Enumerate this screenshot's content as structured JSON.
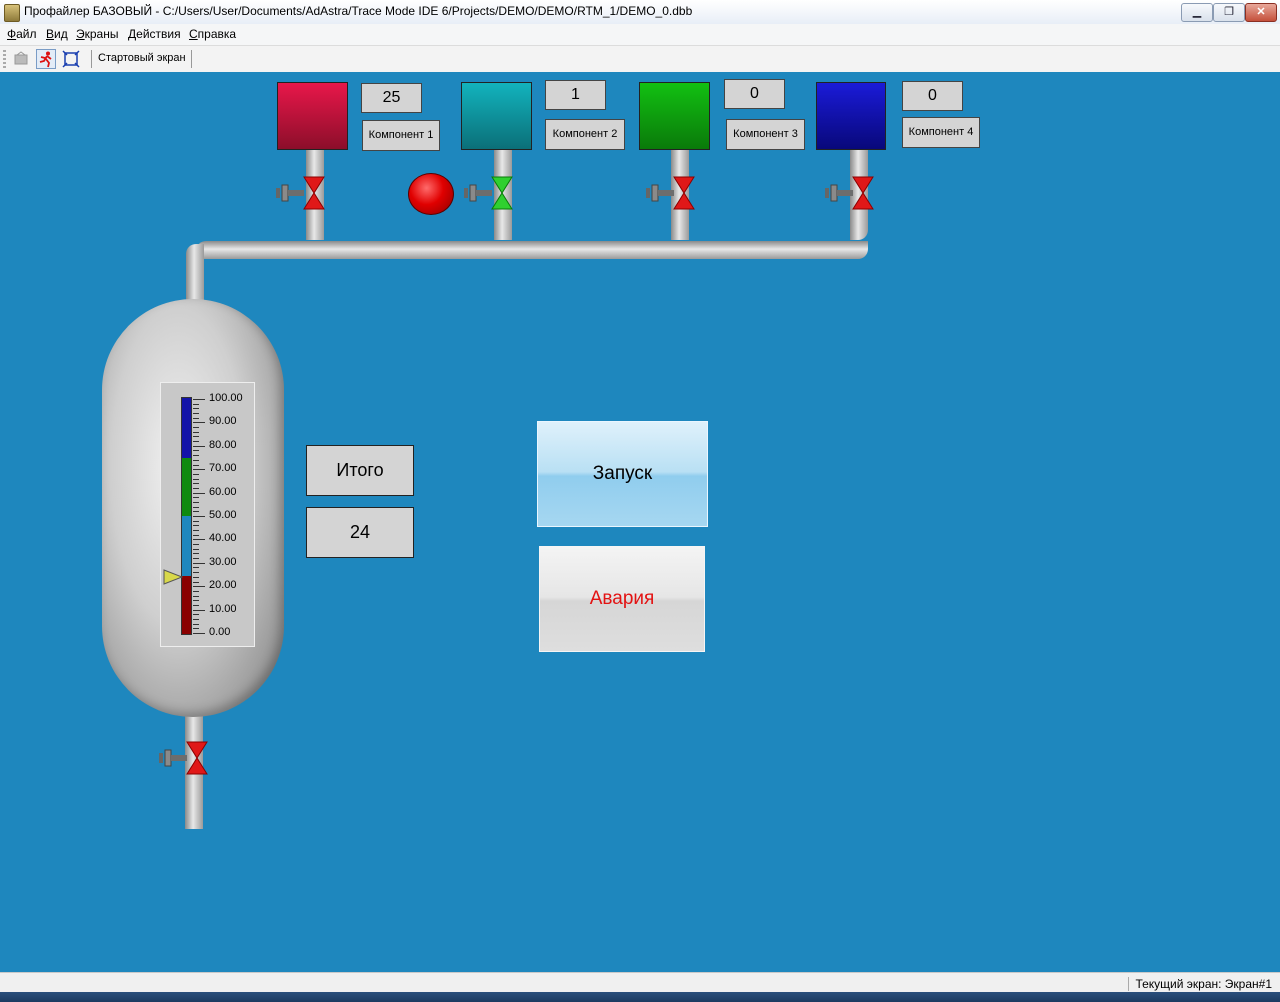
{
  "window": {
    "title": "Профайлер БАЗОВЫЙ - C:/Users/User/Documents/AdAstra/Trace Mode IDE 6/Projects/DEMO/DEMO/RTM_1/DEMO_0.dbb",
    "minimize_label": "▁",
    "maximize_label": "❐",
    "close_label": "✕"
  },
  "menu": [
    "Файл",
    "Вид",
    "Экраны",
    "Действия",
    "Справка"
  ],
  "toolbar": {
    "screen_label": "Стартовый экран",
    "icons": [
      "disabled-open-icon",
      "run-icon",
      "fit-screen-icon"
    ]
  },
  "components": [
    {
      "value": "25",
      "label": "Компонент 1",
      "color_top": "#e8174a",
      "color_bottom": "#8c0e2a"
    },
    {
      "value": "1",
      "label": "Компонент 2",
      "color_top": "#12b3bd",
      "color_bottom": "#0b6f78"
    },
    {
      "value": "0",
      "label": "Компонент 3",
      "color_top": "#12c012",
      "color_bottom": "#0a7a0a"
    },
    {
      "value": "0",
      "label": "Компонент 4",
      "color_top": "#1b1bd8",
      "color_bottom": "#08087a"
    }
  ],
  "valves": [
    "red",
    "green",
    "red",
    "red",
    "red"
  ],
  "gauge": {
    "ticks": [
      "100.00",
      "90.00",
      "80.00",
      "70.00",
      "60.00",
      "50.00",
      "40.00",
      "30.00",
      "20.00",
      "10.00",
      "0.00"
    ],
    "level_percent": 24
  },
  "total": {
    "label": "Итого",
    "value": "24"
  },
  "buttons": {
    "start": "Запуск",
    "alarm": "Авария"
  },
  "status": {
    "current_screen": "Текущий экран: Экран#1"
  },
  "colors": {
    "canvas": "#1e87be",
    "alarm_text": "#e31212",
    "indicator": "#e00000"
  }
}
